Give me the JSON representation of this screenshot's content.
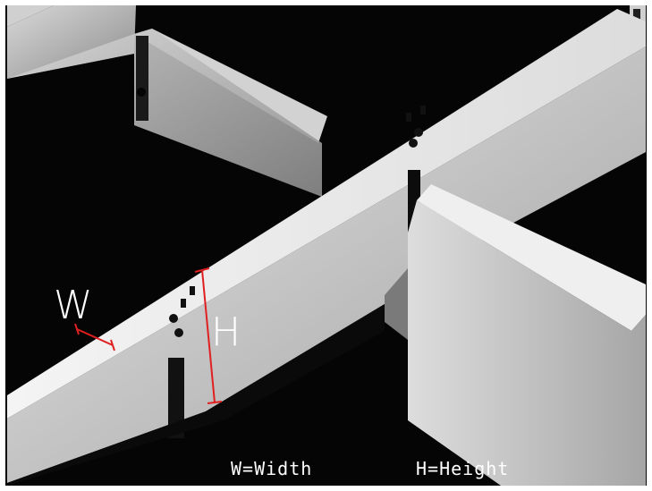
{
  "image": {
    "background_color": "#050505",
    "beam_color": "#e6e6e6",
    "marker_color": "#e02020"
  },
  "annotations": {
    "width_symbol": "W",
    "height_symbol": "H"
  },
  "legend": {
    "width_text": "W=Width",
    "height_text": "H=Height"
  }
}
